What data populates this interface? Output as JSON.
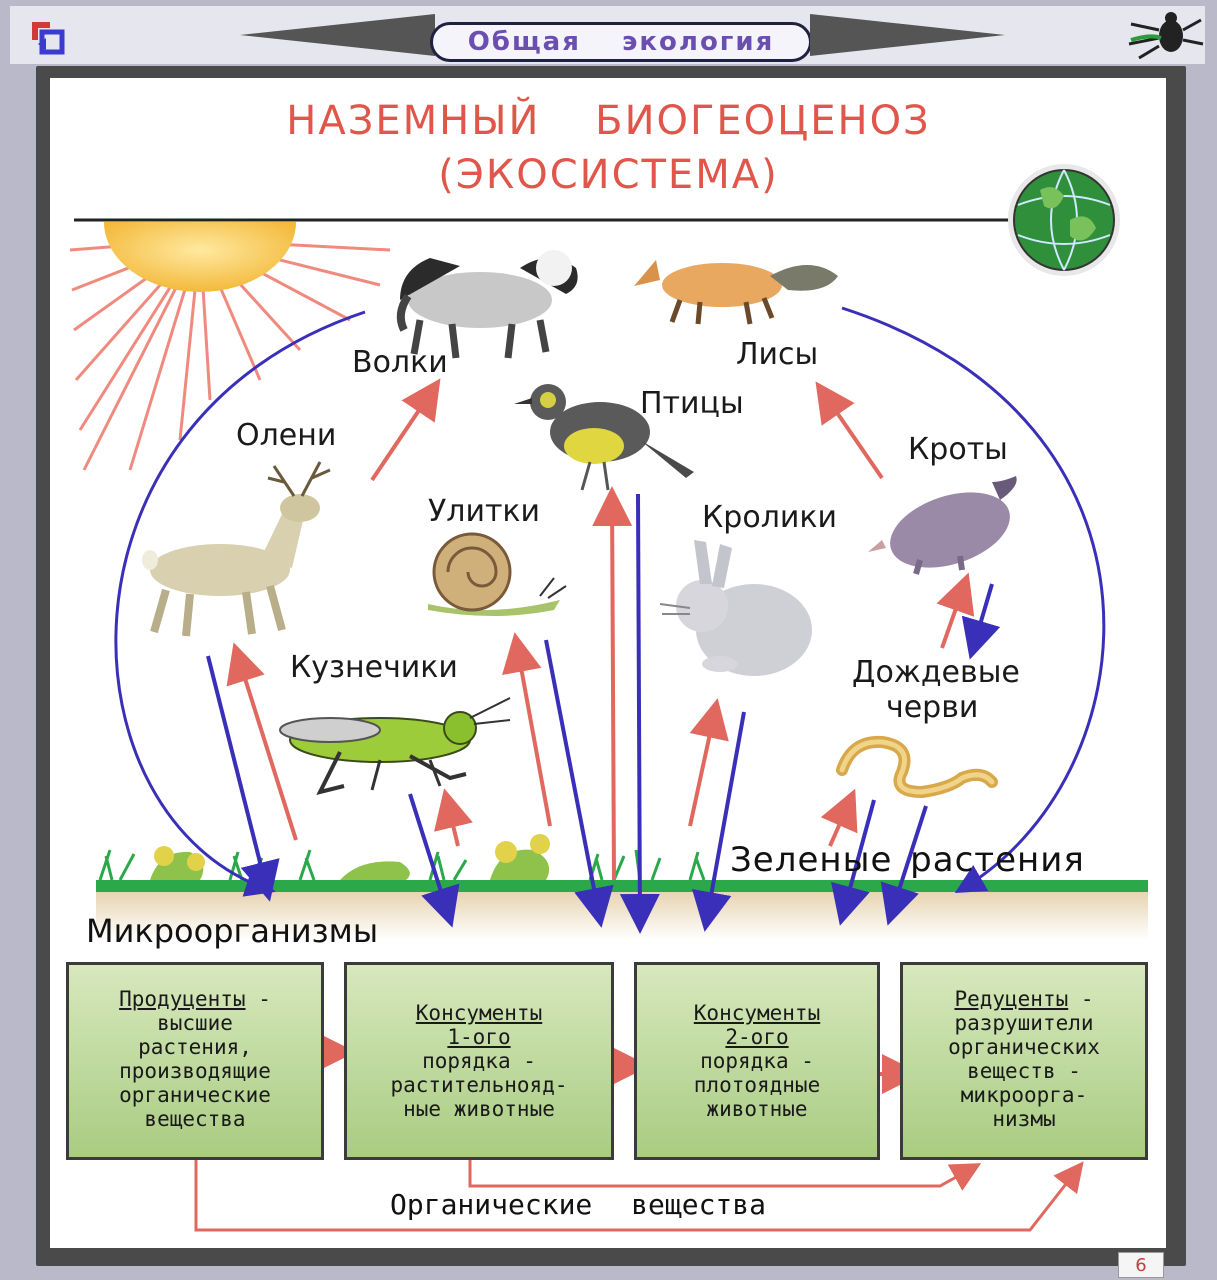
{
  "header": {
    "title": "Общая экология"
  },
  "diagram": {
    "heading_line1": "НАЗЕМНЫЙ БИОГЕОЦЕНОЗ",
    "heading_line2": "(ЭКОСИСТЕМА)",
    "organisms": {
      "wolves": "Волки",
      "foxes": "Лисы",
      "birds": "Птицы",
      "deer": "Олени",
      "moles": "Кроты",
      "snails": "Улитки",
      "rabbits": "Кролики",
      "grasshoppers": "Кузнечики",
      "earthworms_1": "Дождевые",
      "earthworms_2": "черви"
    },
    "green_plants": "Зеленые растения",
    "microorganisms": "Микроорганизмы",
    "organic_matter": "Органические вещества",
    "boxes": {
      "producers": {
        "title": "Продуценты",
        "rest": " -",
        "lines": [
          "высшие",
          "растения,",
          "производящие",
          "органические",
          "вещества"
        ]
      },
      "consumers1": {
        "title_lines": [
          "Консументы",
          "1-ого"
        ],
        "lines": [
          "порядка -",
          "растительнояд-",
          "ные животные"
        ]
      },
      "consumers2": {
        "title_lines": [
          "Консументы",
          "2-ого"
        ],
        "lines": [
          "порядка -",
          "плотоядные",
          "животные"
        ]
      },
      "reducers": {
        "title": "Редуценты",
        "rest": " -",
        "lines": [
          "разрушители",
          "органических",
          "веществ -",
          "микроорга-",
          "низмы"
        ]
      }
    }
  },
  "footer": {
    "page_number": "6"
  },
  "colors": {
    "red_arrow": "#e0685e",
    "blue_arrow": "#3a2fb8",
    "heading": "#e0564a",
    "sun": "#f6c64c",
    "grass": "#2aa84a",
    "soil": "#e9d8b8",
    "box_fill": "#b9d698"
  }
}
